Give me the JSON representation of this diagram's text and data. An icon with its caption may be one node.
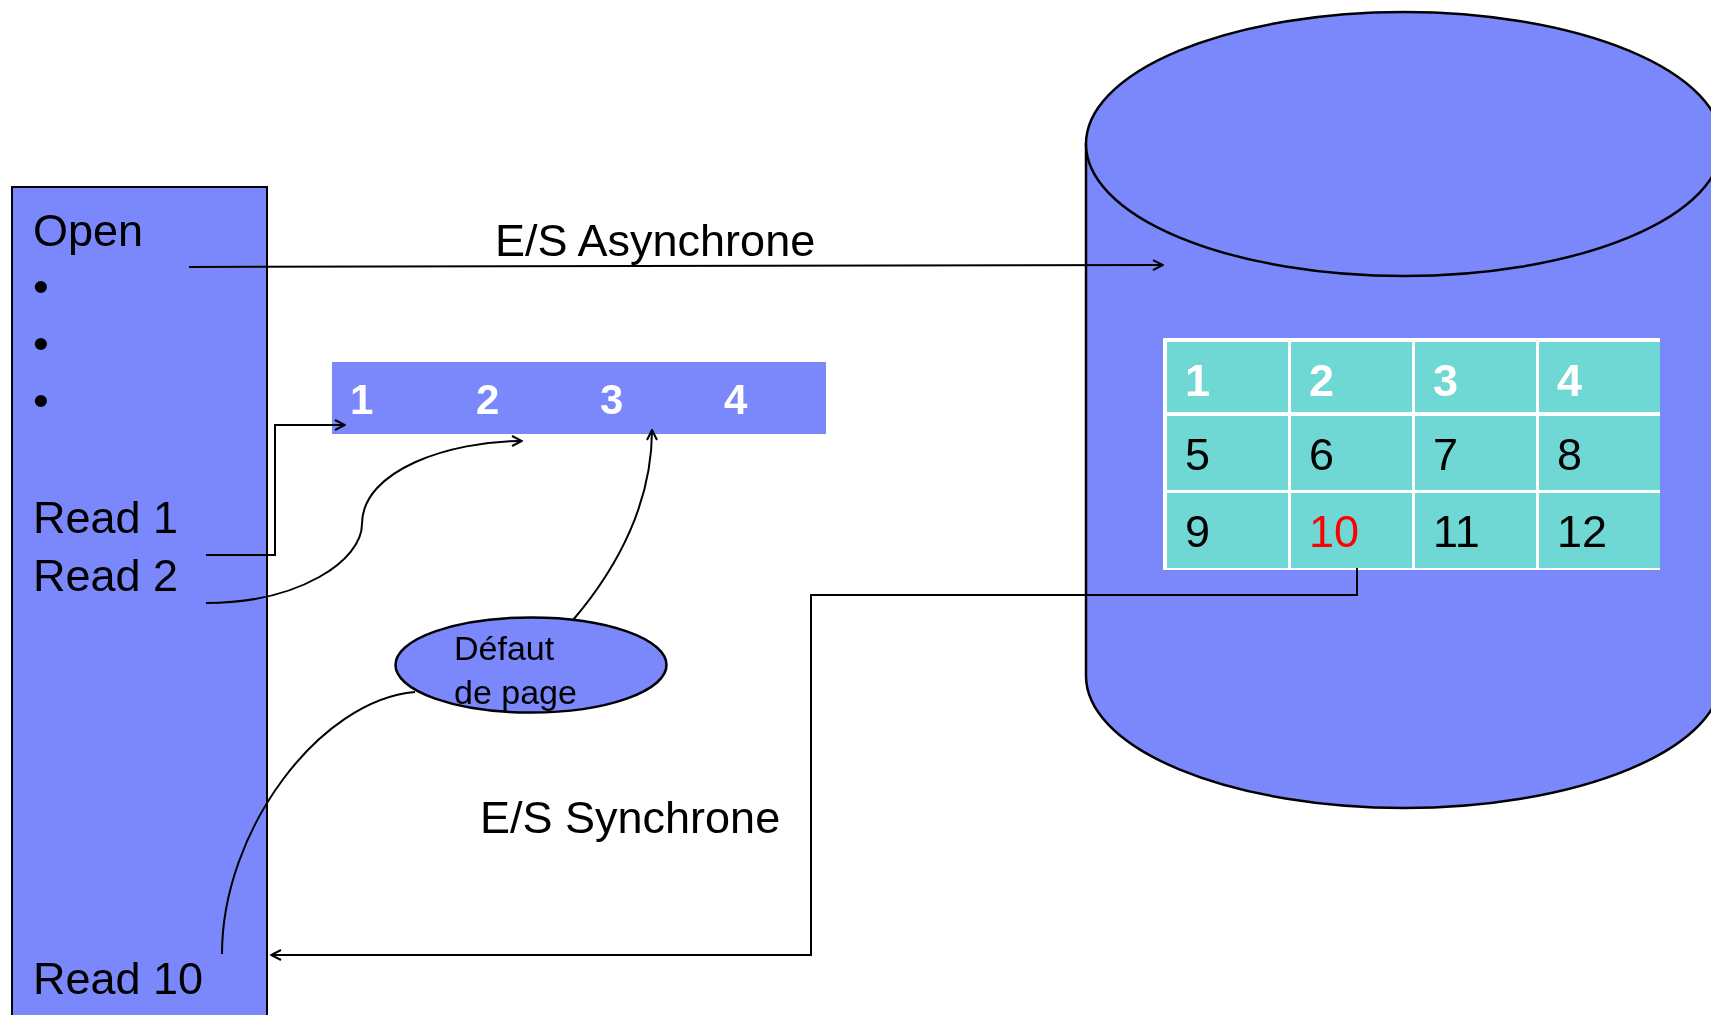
{
  "diagram": {
    "nodes": [
      {
        "text": [],
        "shape": "box"
      },
      {
        "text": [
          "Open"
        ],
        "in": 0
      },
      {
        "text": [
          "•"
        ],
        "in": 0
      },
      {
        "text": [
          "•"
        ],
        "in": 0
      },
      {
        "text": [
          "•"
        ],
        "in": 0
      },
      {
        "text": [
          "Read 1"
        ],
        "in": 0
      },
      {
        "text": [
          "Read 2"
        ],
        "in": 0
      },
      {
        "text": [
          "Read 10"
        ],
        "in": 0
      },
      {
        "text": [],
        "shape": "bar"
      },
      {
        "text": [
          "1"
        ],
        "in": 8
      },
      {
        "text": [
          "2"
        ],
        "in": 8
      },
      {
        "text": [
          "3"
        ],
        "in": 8
      },
      {
        "text": [
          "4"
        ],
        "in": 8
      },
      {
        "text": [
          "Défaut de page"
        ]
      },
      {
        "text": [],
        "shape": "cylinder"
      },
      {
        "text": [],
        "shape": "box",
        "in": 14
      },
      {
        "text": [
          "1"
        ],
        "in": 15
      },
      {
        "text": [
          "2"
        ],
        "in": 15
      },
      {
        "text": [
          "3"
        ],
        "in": 15
      },
      {
        "text": [
          "4"
        ],
        "in": 15
      },
      {
        "text": [
          "5"
        ],
        "in": 15
      },
      {
        "text": [
          "6"
        ],
        "in": 15
      },
      {
        "text": [
          "7"
        ],
        "in": 15
      },
      {
        "text": [
          "8"
        ],
        "in": 15
      },
      {
        "text": [
          "9"
        ],
        "in": 15
      },
      {
        "text": [
          "10"
        ],
        "in": 15
      },
      {
        "text": [
          "11"
        ],
        "in": 15
      },
      {
        "text": [
          "12"
        ],
        "in": 15
      }
    ],
    "edges": [
      {
        "from": 1,
        "to": 14,
        "arrow": "to",
        "label": "E/S Asynchrone"
      },
      {
        "from": 5,
        "to": 9,
        "arrow": "to"
      },
      {
        "from": 6,
        "to": 10,
        "arrow": "to"
      },
      {
        "from": 13,
        "to": 11,
        "arrow": "to"
      },
      {
        "from": 7,
        "to": 13,
        "arrow": "none"
      },
      {
        "from": 25,
        "to": 7,
        "arrow": "to",
        "label": "E/S Synchrone"
      }
    ]
  }
}
